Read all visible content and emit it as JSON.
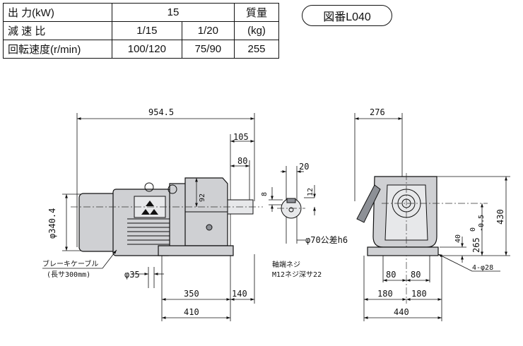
{
  "spec_table": {
    "header_output": "出 力(kW)",
    "output_value": "15",
    "header_mass": "質量",
    "header_ratio": "減 速 比",
    "ratio_1": "1/15",
    "ratio_2": "1/20",
    "mass_unit": "(kg)",
    "header_speed": "回転速度(r/min)",
    "speed_1": "100/120",
    "speed_2": "75/90",
    "mass_value": "255"
  },
  "drawing_number": "図番L040",
  "front_view": {
    "overall_length": "954.5",
    "shaft_length": "105",
    "shaft_key_length": "80",
    "motor_diameter": "φ340.4",
    "gear_height": "92",
    "cable_label": "ブレーキケーブル",
    "cable_length": "(長サ300mm)",
    "cable_diameter": "φ35",
    "base_length_1": "350",
    "base_length_2": "140",
    "base_length_total": "410"
  },
  "shaft_detail": {
    "key_width": "20",
    "key_depth": "8",
    "key_height": "12",
    "shaft_diameter": "φ70公差h6",
    "tap_title": "軸端ネジ",
    "tap_spec": "M12ネジ深サ22"
  },
  "side_view": {
    "width_top": "276",
    "height_total": "430",
    "shaft_center_height": "265",
    "tolerance_upper": "0",
    "tolerance_lower": "-0.5",
    "foot_height": "40",
    "hole_spec": "4-φ28",
    "hole_pitch_left": "80",
    "hole_pitch_right": "80",
    "base_half_left": "180",
    "base_half_right": "180",
    "base_width": "440"
  }
}
